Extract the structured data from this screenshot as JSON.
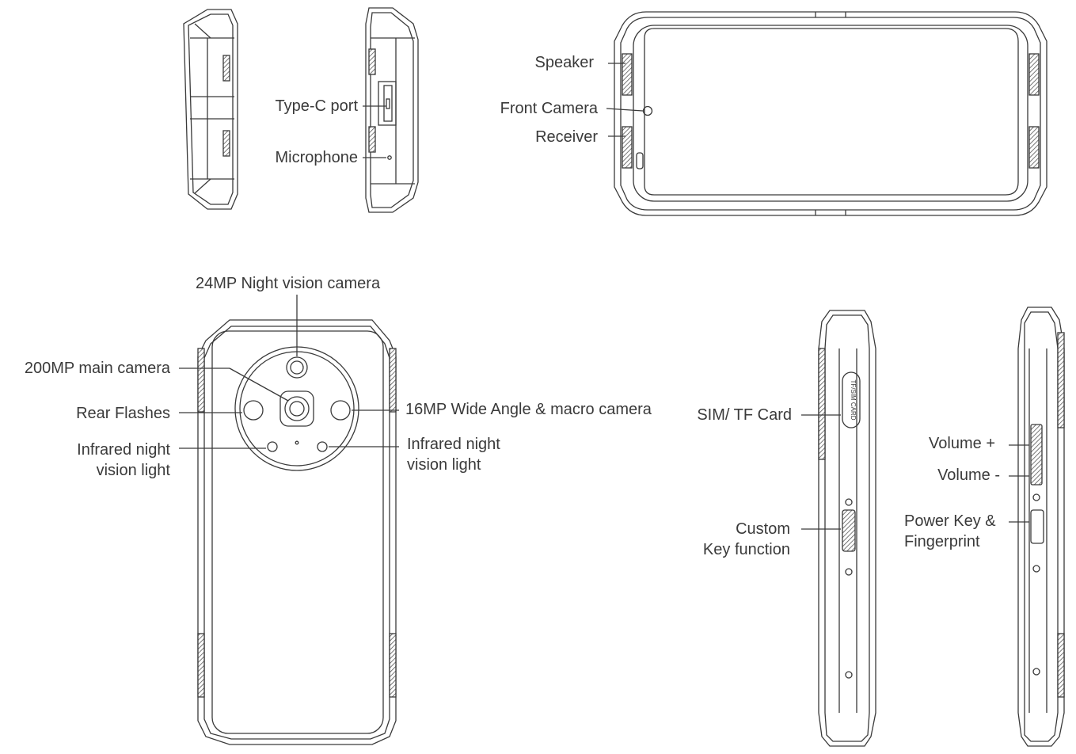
{
  "labels": {
    "type_c_port": "Type-C port",
    "microphone": "Microphone",
    "speaker": "Speaker",
    "front_camera": "Front Camera",
    "receiver": "Receiver",
    "night_vision_camera": "24MP Night vision camera",
    "main_camera": "200MP main camera",
    "rear_flashes": "Rear Flashes",
    "infrared_left": "Infrared night\nvision light",
    "wide_angle_camera": "16MP Wide Angle & macro camera",
    "infrared_right": "Infrared night\nvision light",
    "sim_tf_card": "SIM/ TF Card",
    "custom_key": "Custom\nKey function",
    "volume_up": "Volume +",
    "volume_down": "Volume -",
    "power_key": "Power Key &\nFingerprint"
  },
  "slot_text": "TF/SIM CARD",
  "colors": {
    "line": "#3a3a3a",
    "text": "#3a3a3a",
    "hatch": "#555555"
  }
}
